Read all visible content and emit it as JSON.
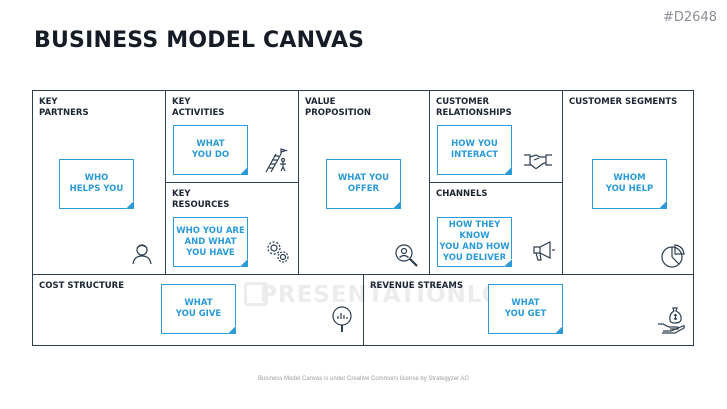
{
  "code": "#D2648",
  "title": "BUSINESS MODEL CANVAS",
  "watermark": "PRESENTATIONLOAD",
  "footer": "Business Model Canvas is under Creative Commons license by Strategyzer AG",
  "blocks": {
    "key_partners": {
      "label": "KEY\nPARTNERS",
      "note": "WHO\nHELPS YOU",
      "icon": "person-icon"
    },
    "key_activities": {
      "label": "KEY\nACTIVITIES",
      "note": "WHAT\nYOU DO",
      "icon": "climbing-ladder-icon"
    },
    "key_resources": {
      "label": "KEY\nRESOURCES",
      "note": "WHO YOU ARE\nAND WHAT\nYOU HAVE",
      "icon": "gears-icon"
    },
    "value_proposition": {
      "label": "VALUE\nPROPOSITION",
      "note": "WHAT YOU\nOFFER",
      "icon": "magnifier-person-icon"
    },
    "customer_relationships": {
      "label": "CUSTOMER RELATIONSHIPS",
      "note": "HOW YOU\nINTERACT",
      "icon": "handshake-icon"
    },
    "channels": {
      "label": "CHANNELS",
      "note": "HOW THEY KNOW\nYOU AND HOW\nYOU DELIVER",
      "icon": "megaphone-icon"
    },
    "customer_segments": {
      "label": "CUSTOMER SEGMENTS",
      "note": "WHOM\nYOU HELP",
      "icon": "pie-chart-icon"
    },
    "cost_structure": {
      "label": "COST STRUCTURE",
      "note": "WHAT\nYOU GIVE",
      "icon": "magnifier-chart-icon"
    },
    "revenue_streams": {
      "label": "REVENUE STREAMS",
      "note": "WHAT\nYOU GET",
      "icon": "money-bag-hand-icon"
    }
  },
  "colors": {
    "border": "#2c3e50",
    "accent": "#2b9ad7",
    "text": "#1c2533"
  }
}
